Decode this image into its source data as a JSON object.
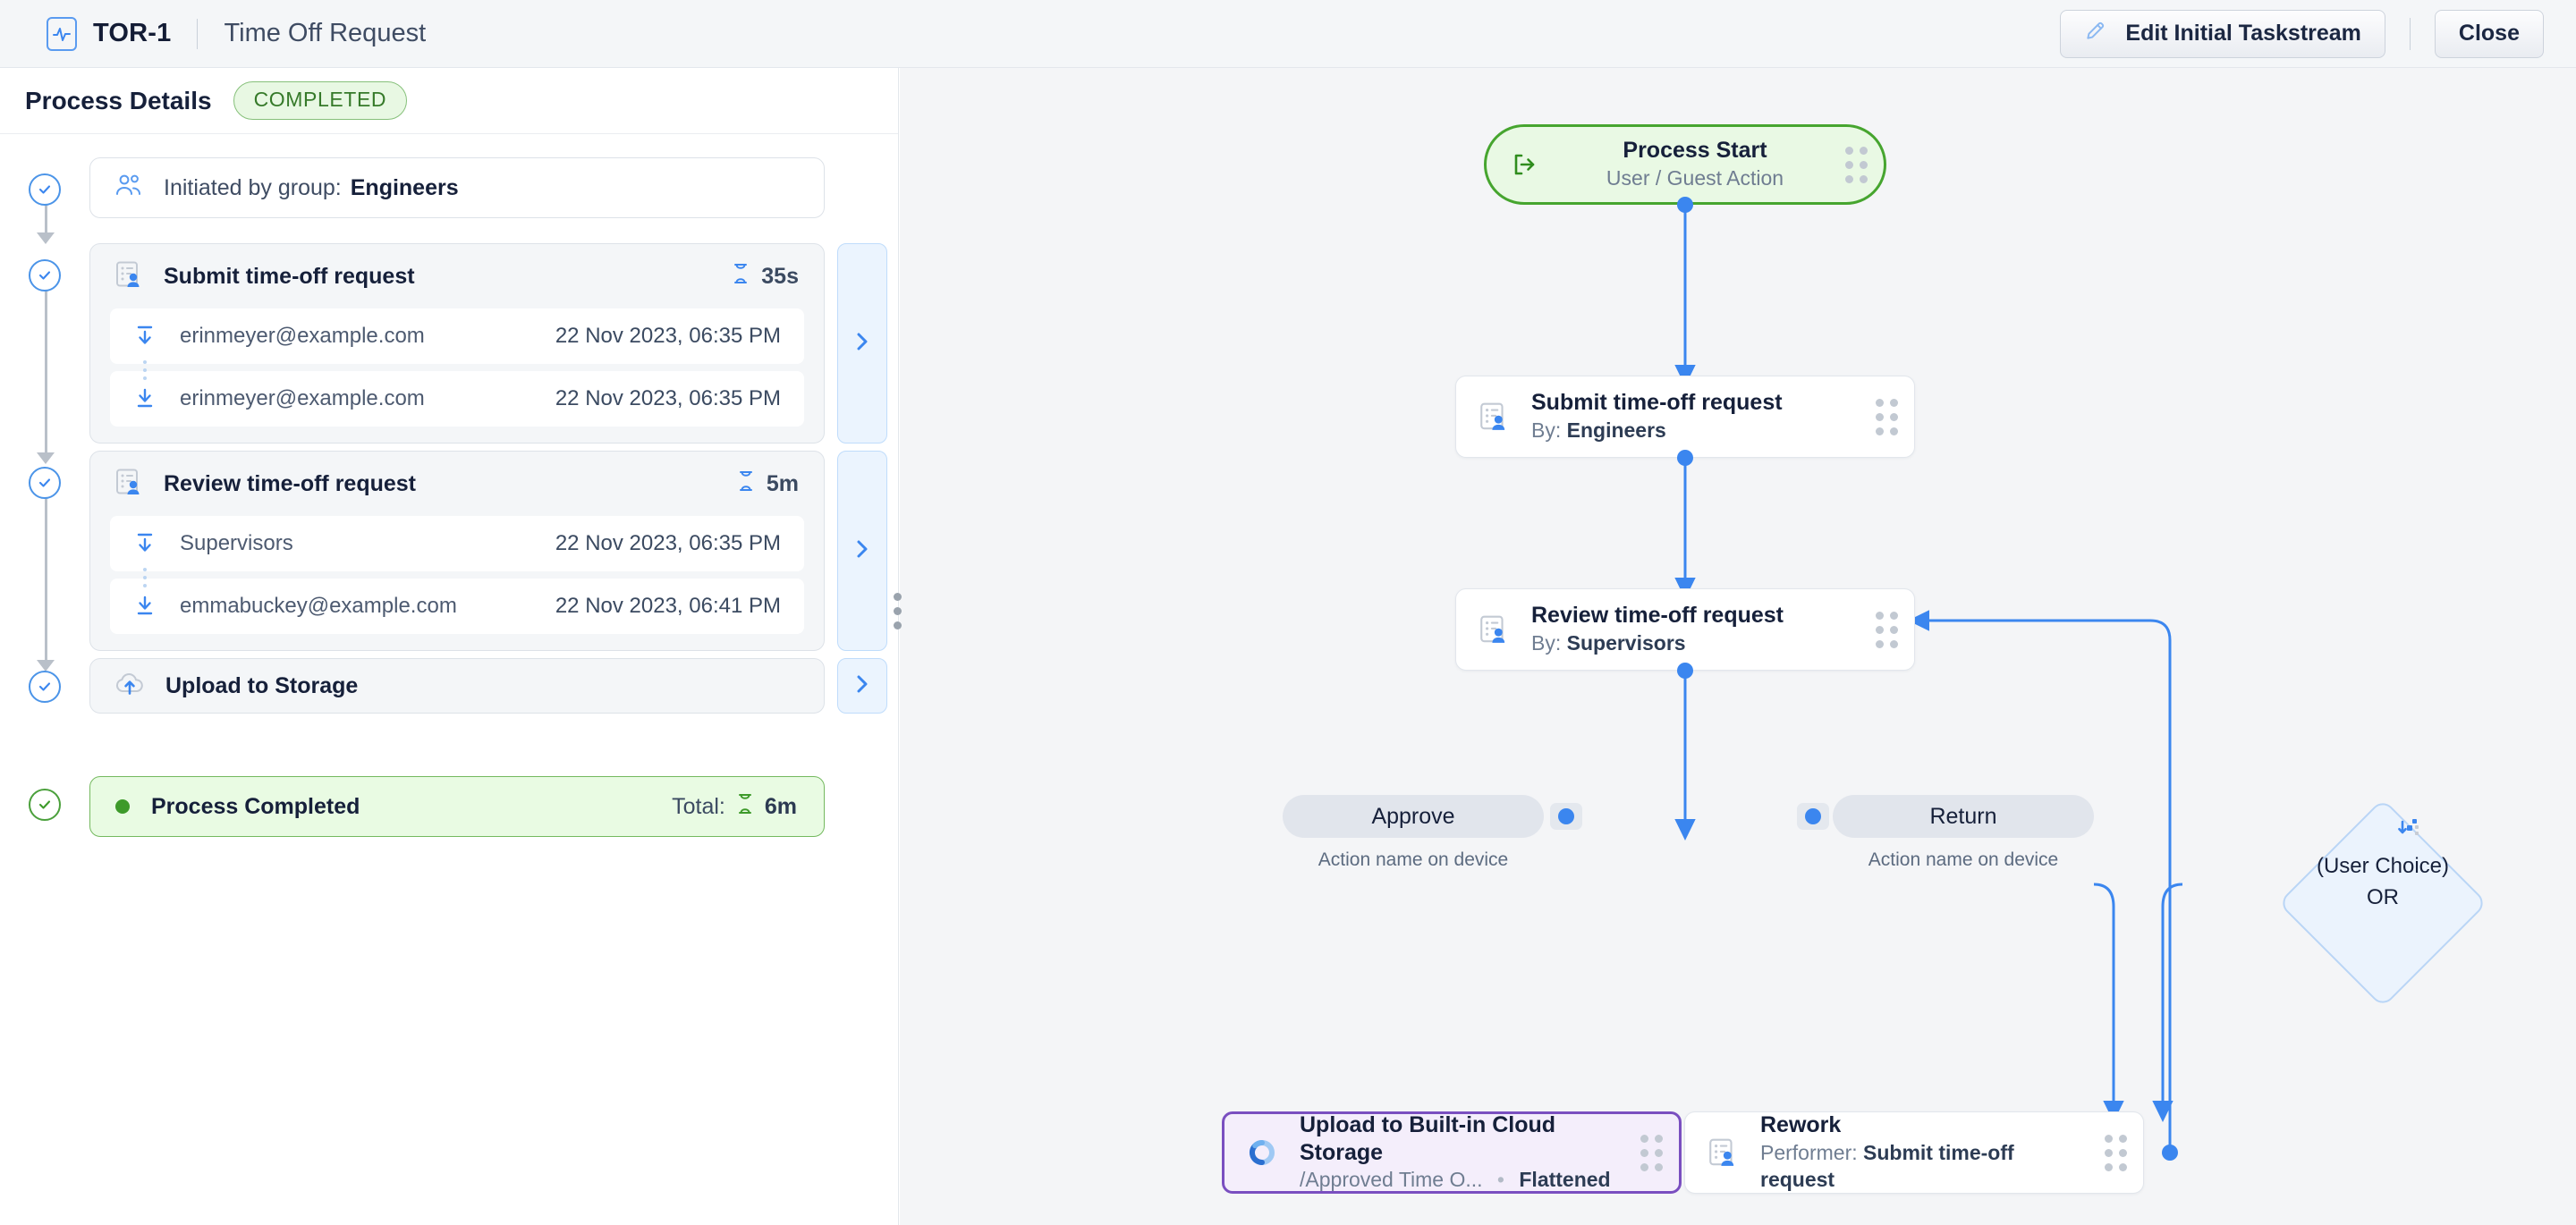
{
  "header": {
    "app_icon": "activity-monitor-icon",
    "process_id": "TOR-1",
    "process_title": "Time Off Request",
    "edit_button": "Edit Initial Taskstream",
    "edit_icon": "pencil-icon",
    "close_button": "Close"
  },
  "left_panel": {
    "title": "Process Details",
    "status_badge": "COMPLETED",
    "initiator": {
      "icon": "group-users-icon",
      "label": "Initiated by group:",
      "value": "Engineers"
    },
    "steps": [
      {
        "icon": "task-user-icon",
        "title": "Submit time-off request",
        "duration": "35s",
        "duration_icon": "hourglass-icon",
        "expand_icon": "chevron-right-icon",
        "rows": [
          {
            "icon": "assigned-in-icon",
            "name": "erinmeyer@example.com",
            "time": "22 Nov 2023, 06:35 PM"
          },
          {
            "icon": "completed-out-icon",
            "name": "erinmeyer@example.com",
            "time": "22 Nov 2023, 06:35 PM"
          }
        ]
      },
      {
        "icon": "task-user-icon",
        "title": "Review time-off request",
        "duration": "5m",
        "duration_icon": "hourglass-icon",
        "expand_icon": "chevron-right-icon",
        "rows": [
          {
            "icon": "assigned-in-icon",
            "name": "Supervisors",
            "time": "22 Nov 2023, 06:35 PM"
          },
          {
            "icon": "completed-out-icon",
            "name": "emmabuckey@example.com",
            "time": "22 Nov 2023, 06:41 PM"
          }
        ]
      }
    ],
    "upload_step": {
      "icon": "cloud-upload-icon",
      "title": "Upload to Storage",
      "expand_icon": "chevron-right-icon"
    },
    "completed": {
      "label": "Process Completed",
      "total_label": "Total:",
      "total_value": "6m",
      "total_icon": "hourglass-icon"
    },
    "splitter_icon": "drag-handle-icon"
  },
  "canvas": {
    "nodes": {
      "start": {
        "icon": "enter-arrow-icon",
        "title": "Process Start",
        "subtitle": "User / Guest Action",
        "grip_icon": "drag-grip-icon"
      },
      "submit": {
        "icon": "task-user-icon",
        "title": "Submit time-off request",
        "sub_prefix": "By:",
        "sub_value": "Engineers",
        "grip_icon": "drag-grip-icon"
      },
      "review": {
        "icon": "task-user-icon",
        "title": "Review time-off request",
        "sub_prefix": "By:",
        "sub_value": "Supervisors",
        "grip_icon": "drag-grip-icon"
      },
      "decision": {
        "icon": "branch-icon",
        "line1": "(User Choice)",
        "line2": "OR"
      },
      "approve": {
        "label": "Approve",
        "caption": "Action name on device"
      },
      "return": {
        "label": "Return",
        "caption": "Action name on device"
      },
      "upload": {
        "icon": "cloud-storage-ring-icon",
        "title": "Upload to Built-in Cloud Storage",
        "sub_path": "/Approved Time O...",
        "sub_sep": "•",
        "sub_mode": "Flattened",
        "grip_icon": "drag-grip-icon"
      },
      "rework": {
        "icon": "task-user-icon",
        "title": "Rework",
        "sub_prefix": "Performer:",
        "sub_value": "Submit time-off request",
        "grip_icon": "drag-grip-icon"
      }
    },
    "colors": {
      "edge": "#3b86ef",
      "start_border": "#46a52f",
      "upload_border": "#7a4fc0",
      "decision_fill": "#ebf3fd",
      "canvas_bg": "#f4f5f7"
    }
  }
}
